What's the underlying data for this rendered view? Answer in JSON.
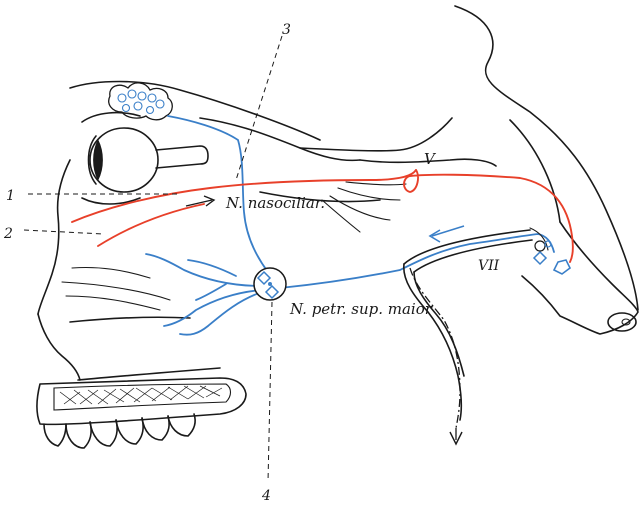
{
  "labels": {
    "num_1": "1",
    "num_2": "2",
    "num_3": "3",
    "num_4": "4",
    "nerve_v": "V",
    "nerve_vii": "VII",
    "nasociliar": "N. nasociliar.",
    "petr_sup": "N. petr. sup. maior"
  },
  "colors": {
    "parasympathetic_pathway": "#3a7fc8",
    "sensory_pathway": "#e8402a",
    "outline": "#1a1a1a",
    "background": "#ffffff"
  },
  "icons": {
    "arrow_nasociliar": "arrow-right",
    "arrow_vii": "arrow-left",
    "arrow_down": "arrow-down"
  }
}
